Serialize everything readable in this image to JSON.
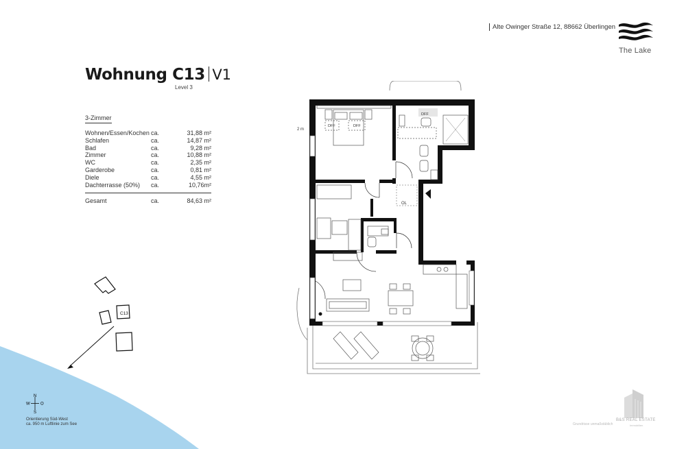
{
  "address": "Alte Owinger Straße 12, 88662 Überlingen",
  "brand": {
    "name": "The Lake"
  },
  "unit": {
    "title": "Wohnung C13",
    "variant": "V1",
    "level": "Level 3"
  },
  "room_type": "3-Zimmer",
  "areas": [
    {
      "name": "Wohnen/Essen/Kochen",
      "ca": "ca.",
      "value": "31,88 m²"
    },
    {
      "name": "Schlafen",
      "ca": "ca.",
      "value": "14,87 m²"
    },
    {
      "name": "Bad",
      "ca": "ca.",
      "value": "9,28 m²"
    },
    {
      "name": "Zimmer",
      "ca": "ca.",
      "value": "10,88 m²"
    },
    {
      "name": "WC",
      "ca": "ca.",
      "value": "2,35 m²"
    },
    {
      "name": "Garderobe",
      "ca": "ca.",
      "value": "0,81 m²"
    },
    {
      "name": "Diele",
      "ca": "ca.",
      "value": "4,55 m²"
    },
    {
      "name": "Dachterrasse (50%)",
      "ca": "ca.",
      "value": "10,76m²"
    }
  ],
  "total": {
    "name": "Gesamt",
    "ca": "ca.",
    "value": "84,63 m²"
  },
  "site_plan": {
    "unit_label": "C13"
  },
  "compass": {
    "n": "N",
    "s": "S",
    "w": "W",
    "o": "O"
  },
  "orientation": {
    "line1": "Orientierung Süd-West",
    "line2": "ca. 950 m Luftlinie zum See"
  },
  "floorplan_labels": {
    "dff": "DFF",
    "ol": "OL",
    "height": "2 m"
  },
  "credit": "Grundrisse unmaßstäblich",
  "developer": {
    "name": "B&S REAL ESTATE",
    "sub": "Immobilien"
  },
  "colors": {
    "lake": "#a8d4ee",
    "wall": "#111111",
    "line": "#555555"
  }
}
